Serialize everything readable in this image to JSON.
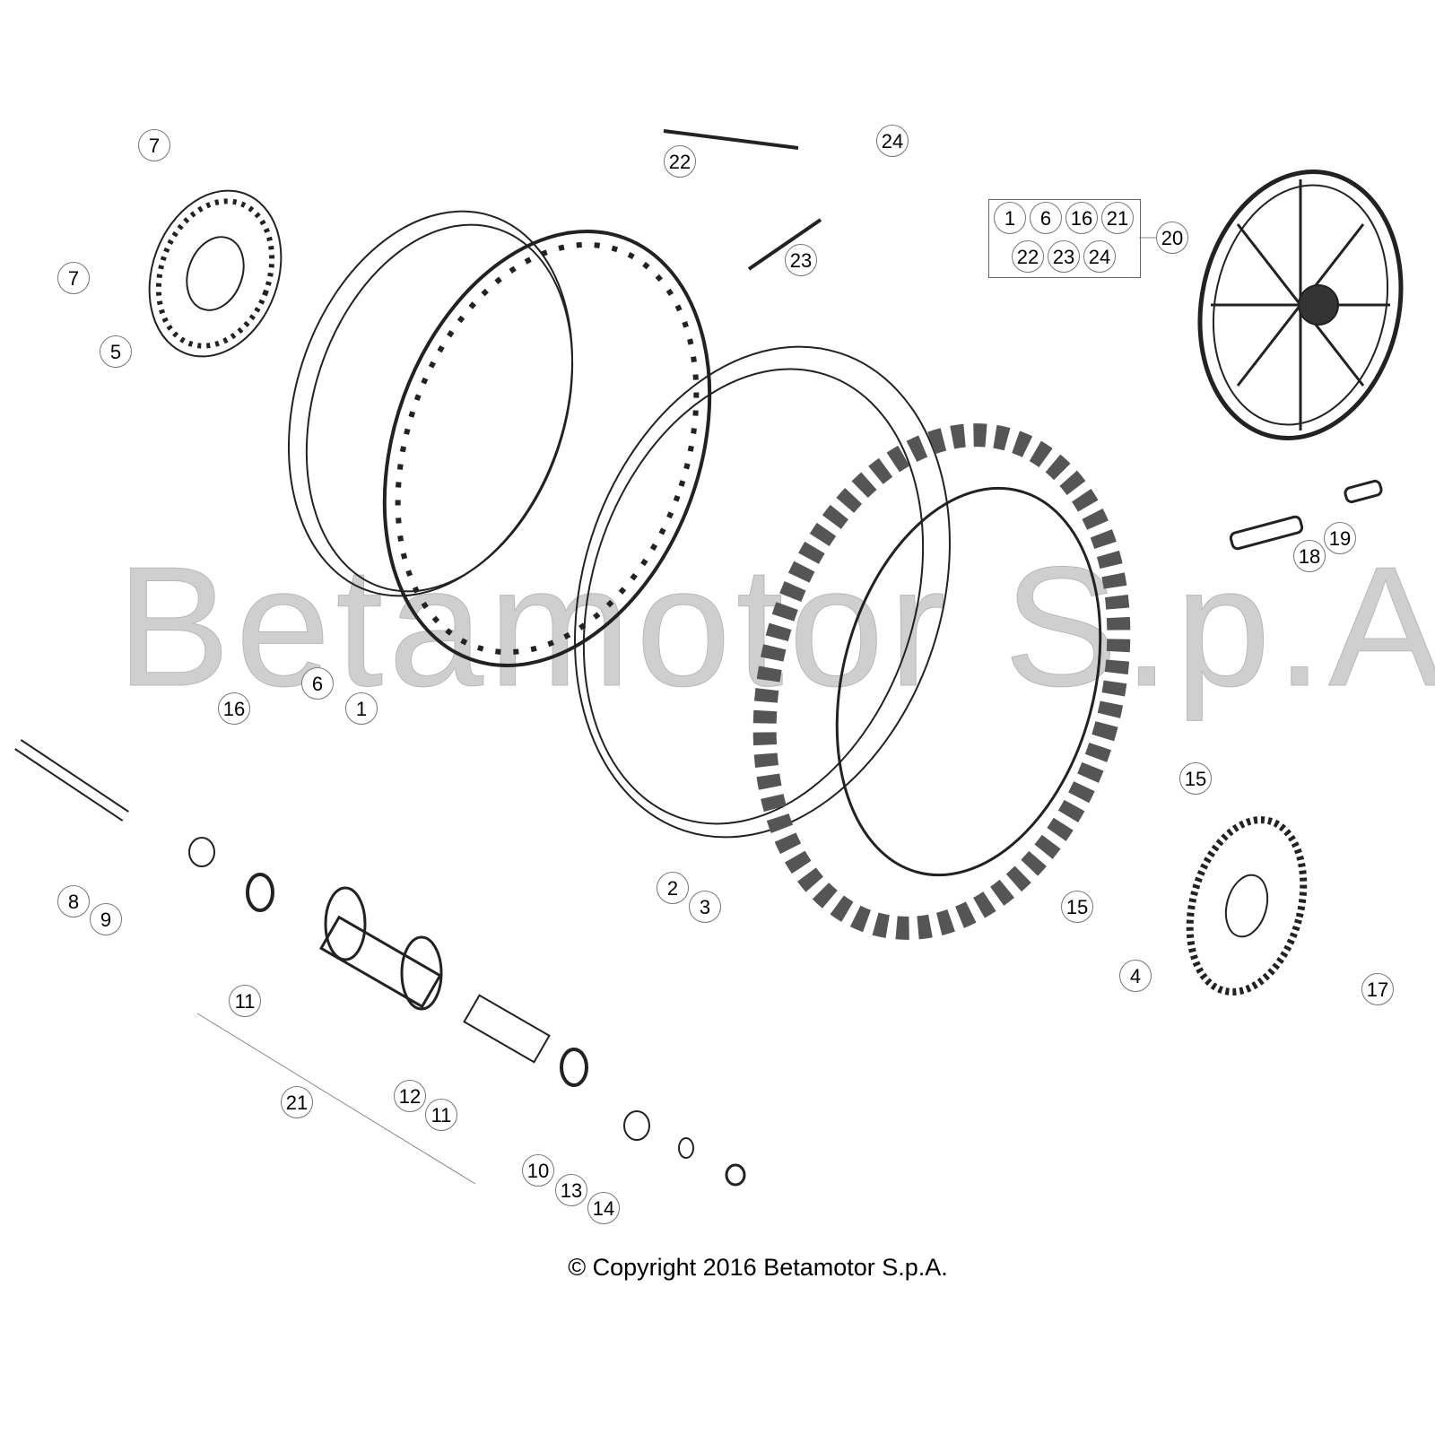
{
  "watermark": "Betamotor S.p.A.",
  "copyright": "© Copyright 2016 Betamotor S.p.A.",
  "callouts": [
    "7",
    "7",
    "5",
    "22",
    "24",
    "23",
    "20",
    "19",
    "18",
    "6",
    "16",
    "1",
    "15",
    "15",
    "4",
    "17",
    "8",
    "9",
    "11",
    "2",
    "3",
    "21",
    "12",
    "11",
    "10",
    "13",
    "14"
  ],
  "kit": {
    "row1": [
      "1",
      "6",
      "16",
      "21"
    ],
    "row2": [
      "22",
      "23",
      "24"
    ]
  }
}
